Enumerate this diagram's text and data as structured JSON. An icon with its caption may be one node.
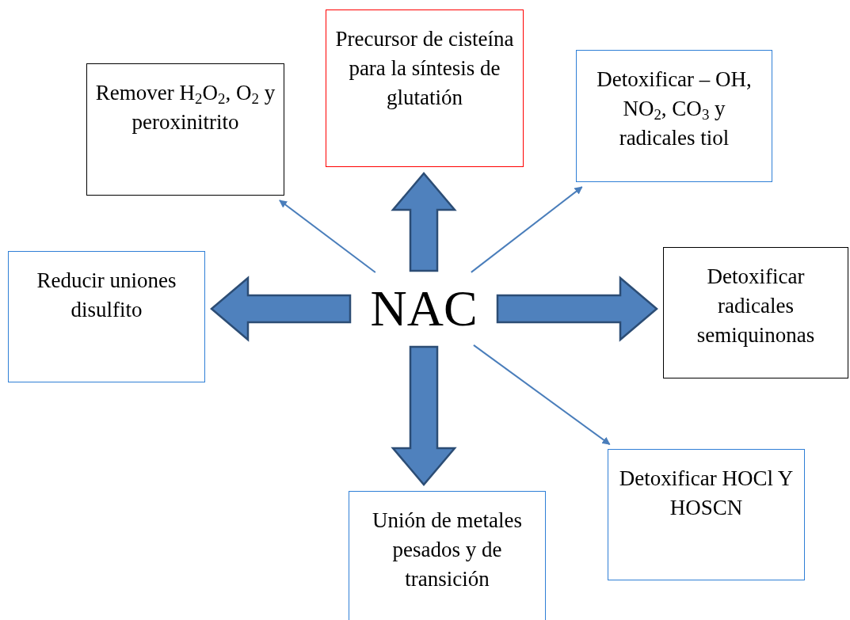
{
  "diagram": {
    "nodes": [
      {
        "text": [
          "NAC"
        ]
      },
      {
        "text": [
          "Remover H$_{2}$O$_{2}$, O$_{2}$ y peroxinitrito"
        ]
      },
      {
        "text": [
          "Precursor de cisteína para la síntesis de glutatión"
        ]
      },
      {
        "text": [
          "Detoxificar – OH, NO$_{2}$, CO$_{3}$ y radicales tiol"
        ]
      },
      {
        "text": [
          "Reducir uniones disulfito"
        ]
      },
      {
        "text": [
          "Detoxificar radicales semiquinonas"
        ]
      },
      {
        "text": [
          "Unión de metales pesados y de transición"
        ]
      },
      {
        "text": [
          "Detoxificar HOCl Y HOSCN"
        ]
      }
    ],
    "edges": [
      {
        "from": 0,
        "to": 1,
        "arrow": "to"
      },
      {
        "from": 0,
        "to": 2,
        "arrow": "to",
        "style": "thick"
      },
      {
        "from": 0,
        "to": 3,
        "arrow": "to"
      },
      {
        "from": 0,
        "to": 4,
        "arrow": "to",
        "style": "thick"
      },
      {
        "from": 0,
        "to": 5,
        "arrow": "to",
        "style": "thick"
      },
      {
        "from": 0,
        "to": 6,
        "arrow": "to",
        "style": "thick"
      },
      {
        "from": 0,
        "to": 7,
        "arrow": "to"
      }
    ]
  }
}
